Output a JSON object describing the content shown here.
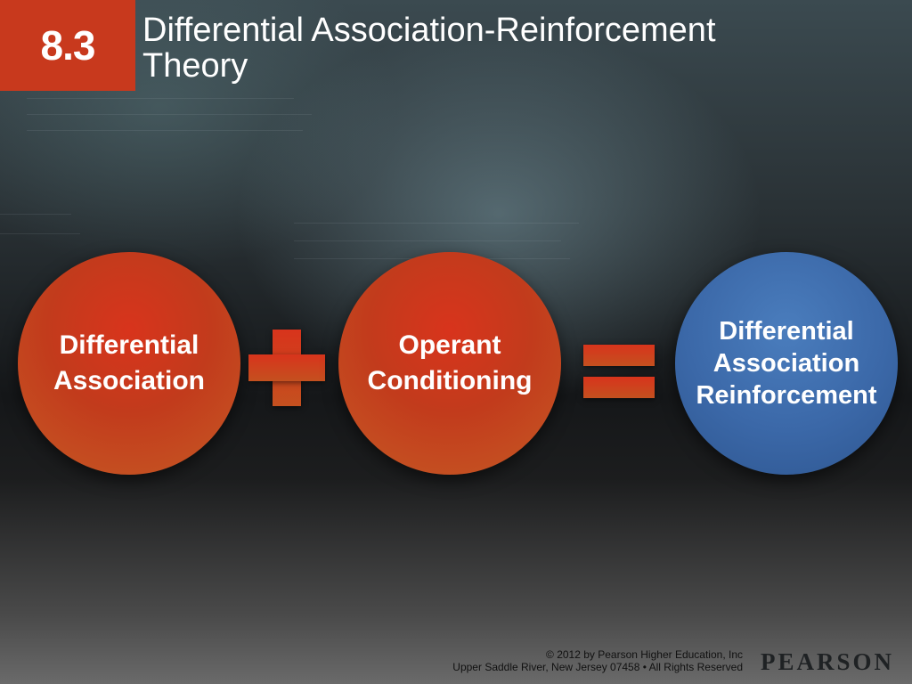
{
  "badge": {
    "number": "8.3"
  },
  "title": {
    "line1": "Differential Association-Reinforcement",
    "line2": "Theory"
  },
  "equation": {
    "term1": {
      "line1": "Differential",
      "line2": "Association"
    },
    "operator1": "plus-icon",
    "term2": {
      "line1": "Operant",
      "line2": "Conditioning"
    },
    "operator2": "equals-icon",
    "result": {
      "line1": "Differential",
      "line2": "Association",
      "line3": "Reinforcement"
    }
  },
  "colors": {
    "accent_red": "#c8391d",
    "result_blue": "#3b68a8",
    "text": "#ffffff"
  },
  "footer": {
    "copyright": "© 2012 by Pearson Higher Education, Inc",
    "address": "Upper Saddle River, New Jersey 07458 • All Rights Reserved",
    "brand": "PEARSON"
  }
}
